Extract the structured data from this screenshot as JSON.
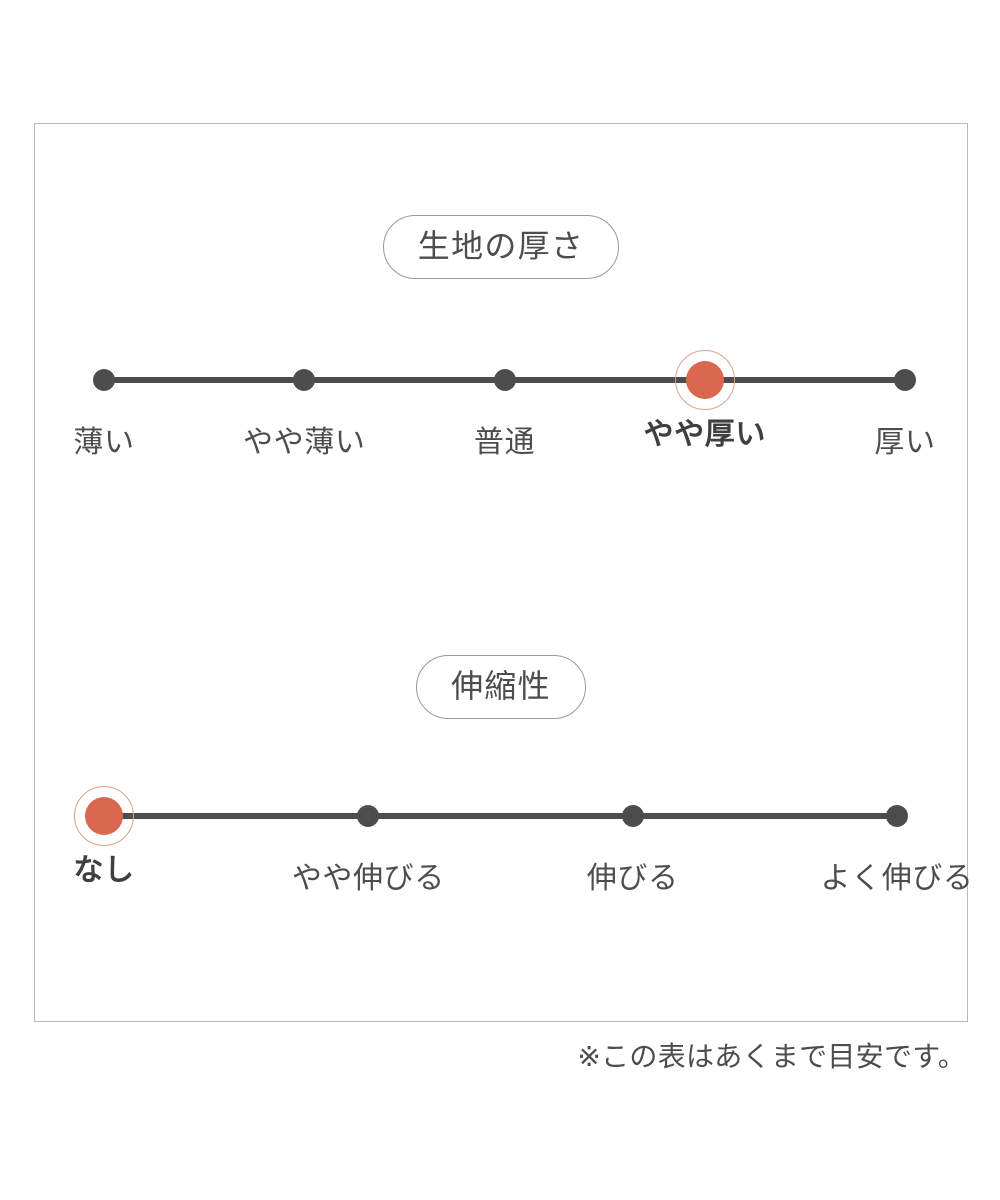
{
  "colors": {
    "selected": "#d9684f",
    "selected_ring": "#d9a18f",
    "track": "#4d4d4d",
    "border": "#b9b9b9",
    "text": "#4d4d4d"
  },
  "sections": [
    {
      "title": "生地の厚さ",
      "scale": {
        "ticks": [
          {
            "label": "薄い",
            "selected": false
          },
          {
            "label": "やや薄い",
            "selected": false
          },
          {
            "label": "普通",
            "selected": false
          },
          {
            "label": "やや厚い",
            "selected": true
          },
          {
            "label": "厚い",
            "selected": false
          }
        ],
        "selected_index": 3,
        "selected_label": "やや厚い"
      }
    },
    {
      "title": "伸縮性",
      "scale": {
        "ticks": [
          {
            "label": "なし",
            "selected": true
          },
          {
            "label": "やや伸びる",
            "selected": false
          },
          {
            "label": "伸びる",
            "selected": false
          },
          {
            "label": "よく伸びる",
            "selected": false
          }
        ],
        "selected_index": 0,
        "selected_label": "なし"
      }
    }
  ],
  "footnote": "※この表はあくまで目安です。"
}
